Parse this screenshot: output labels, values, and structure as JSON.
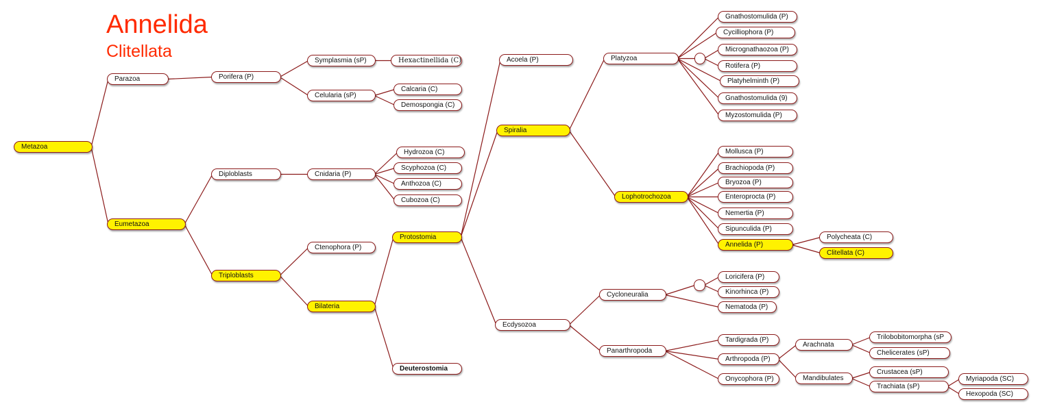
{
  "title": "Annelida",
  "subtitle": "Clitellata",
  "colors": {
    "highlight": "#fff200",
    "edge": "#8b1a1a",
    "title": "#ff2a00"
  },
  "nodes": {
    "metazoa": "Metazoa",
    "parazoa": "Parazoa",
    "eumetazoa": "Eumetazoa",
    "porifera": "Porifera (P)",
    "symplasmia": "Symplasmia (sP)",
    "celularia": "Celularia (sP)",
    "hexactinellida": "Hexactinellida (C)",
    "calcaria": "Calcaria (C)",
    "demospongia": "Demospongia (C)",
    "diploblasts": "Diploblasts",
    "triploblasts": "Triploblasts",
    "cnidaria": "Cnidaria (P)",
    "hydrozoa": "Hydrozoa (C)",
    "scyphozoa": "Scyphozoa (C)",
    "anthozoa": "Anthozoa (C)",
    "cubozoa": "Cubozoa (C)",
    "ctenophora": "Ctenophora (P)",
    "bilateria": "Bilateria",
    "protostomia": "Protostomia",
    "deuterostomia": "Deuterostomia",
    "acoela": "Acoela (P)",
    "spiralia": "Spiralia",
    "ecdysozoa": "Ecdysozoa",
    "platyzoa": "Platyzoa",
    "lophotrochozoa": "Lophotrochozoa",
    "gnathostomulida_p": "Gnathostomulida (P)",
    "cycliophora": "Cycilliophora (P)",
    "micrognathozoa": "Micrognathaozoa (P)",
    "rotifera": "Rotifera (P)",
    "platyhelminth": "Platyhelminth (P)",
    "gnathostomulida_9": "Gnathostomulida (9)",
    "myzostomulida": "Myzostomulida (P)",
    "mollusca": "Mollusca (P)",
    "brachiopoda": "Brachiopoda (P)",
    "bryozoa": "Bryozoa (P)",
    "entoprocta": "Enteroprocta (P)",
    "nemertia": "Nemertia (P)",
    "sipunculida": "Sipunculida (P)",
    "annelida": "Annelida (P)",
    "polycheata": "Polycheata (C)",
    "clitellata": "Clitellata (C)",
    "cycloneuralia": "Cycloneuralia",
    "panarthropoda": "Panarthropoda",
    "loricifera": "Loricifera (P)",
    "kinorhinca": "Kinorhinca (P)",
    "nematoda": "Nematoda (P)",
    "tardigrada": "Tardigrada (P)",
    "arthropoda": "Arthropoda (P)",
    "onycophora": "Onycophora (P)",
    "arachnata": "Arachnata",
    "mandibulates": "Mandibulates",
    "trilobitomorpha": "Trilobobitomorpha (sP",
    "chelicerates": "Chelicerates  (sP)",
    "crustacea": "Crustacea  (sP)",
    "trachiata": "Trachiata  (sP)",
    "myriapoda": "Myriapoda (SC)",
    "hexopoda": "Hexopoda (SC)"
  },
  "highlighted": [
    "metazoa",
    "eumetazoa",
    "triploblasts",
    "bilateria",
    "protostomia",
    "spiralia",
    "lophotrochozoa",
    "annelida",
    "clitellata"
  ],
  "edges": [
    [
      "metazoa",
      "parazoa"
    ],
    [
      "metazoa",
      "eumetazoa"
    ],
    [
      "parazoa",
      "porifera"
    ],
    [
      "porifera",
      "symplasmia"
    ],
    [
      "porifera",
      "celularia"
    ],
    [
      "symplasmia",
      "hexactinellida"
    ],
    [
      "celularia",
      "calcaria"
    ],
    [
      "celularia",
      "demospongia"
    ],
    [
      "eumetazoa",
      "diploblasts"
    ],
    [
      "eumetazoa",
      "triploblasts"
    ],
    [
      "diploblasts",
      "cnidaria"
    ],
    [
      "cnidaria",
      "hydrozoa"
    ],
    [
      "cnidaria",
      "scyphozoa"
    ],
    [
      "cnidaria",
      "anthozoa"
    ],
    [
      "cnidaria",
      "cubozoa"
    ],
    [
      "triploblasts",
      "ctenophora"
    ],
    [
      "triploblasts",
      "bilateria"
    ],
    [
      "bilateria",
      "protostomia"
    ],
    [
      "bilateria",
      "deuterostomia"
    ],
    [
      "protostomia",
      "acoela"
    ],
    [
      "protostomia",
      "spiralia"
    ],
    [
      "protostomia",
      "ecdysozoa"
    ],
    [
      "spiralia",
      "platyzoa"
    ],
    [
      "spiralia",
      "lophotrochozoa"
    ],
    [
      "platyzoa",
      "gnathostomulida_p"
    ],
    [
      "platyzoa",
      "cycliophora"
    ],
    [
      "platyzoa",
      "j1"
    ],
    [
      "j1",
      "micrognathozoa"
    ],
    [
      "j1",
      "rotifera"
    ],
    [
      "platyzoa",
      "platyhelminth"
    ],
    [
      "platyzoa",
      "gnathostomulida_9"
    ],
    [
      "platyzoa",
      "myzostomulida"
    ],
    [
      "lophotrochozoa",
      "mollusca"
    ],
    [
      "lophotrochozoa",
      "brachiopoda"
    ],
    [
      "lophotrochozoa",
      "bryozoa"
    ],
    [
      "lophotrochozoa",
      "entoprocta"
    ],
    [
      "lophotrochozoa",
      "nemertia"
    ],
    [
      "lophotrochozoa",
      "sipunculida"
    ],
    [
      "lophotrochozoa",
      "annelida"
    ],
    [
      "annelida",
      "polycheata"
    ],
    [
      "annelida",
      "clitellata"
    ],
    [
      "ecdysozoa",
      "cycloneuralia"
    ],
    [
      "ecdysozoa",
      "panarthropoda"
    ],
    [
      "cycloneuralia",
      "j2"
    ],
    [
      "j2",
      "loricifera"
    ],
    [
      "j2",
      "kinorhinca"
    ],
    [
      "cycloneuralia",
      "nematoda"
    ],
    [
      "panarthropoda",
      "tardigrada"
    ],
    [
      "panarthropoda",
      "arthropoda"
    ],
    [
      "panarthropoda",
      "onycophora"
    ],
    [
      "arthropoda",
      "arachnata"
    ],
    [
      "arthropoda",
      "mandibulates"
    ],
    [
      "arachnata",
      "trilobitomorpha"
    ],
    [
      "arachnata",
      "chelicerates"
    ],
    [
      "mandibulates",
      "crustacea"
    ],
    [
      "mandibulates",
      "trachiata"
    ],
    [
      "trachiata",
      "myriapoda"
    ],
    [
      "trachiata",
      "hexopoda"
    ]
  ]
}
